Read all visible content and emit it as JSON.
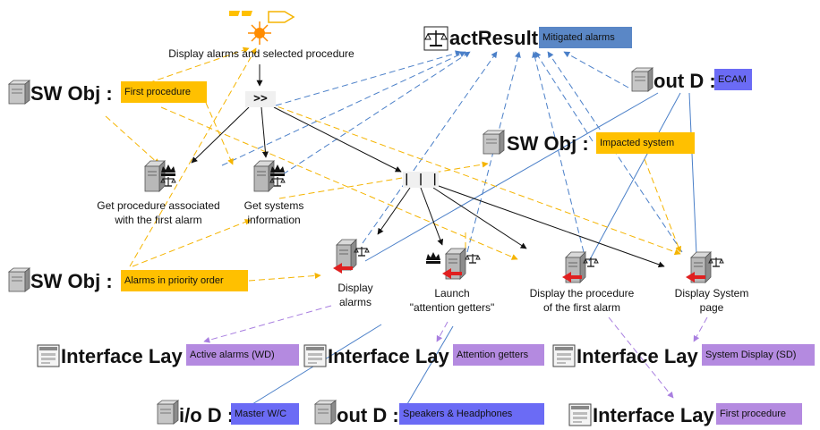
{
  "colors": {
    "orange_tag": "#ffc000",
    "blue_tag": "#6b6bf5",
    "purple_tag": "#b48ae0",
    "steel_tag": "#5a87c6",
    "edge_blue": "#4a7fc8",
    "edge_orange": "#f5b400",
    "edge_purple": "#a97fe0",
    "edge_black": "#111111"
  },
  "top_event": {
    "label": "Display alarms and selected procedure"
  },
  "act_result": {
    "title": "actResult",
    "tag": "Mitigated alarms"
  },
  "sw_first": {
    "title": "SW Obj :",
    "tag": "First procedure"
  },
  "sw_impacted": {
    "title": "SW Obj :",
    "tag": "Impacted system"
  },
  "sw_priority": {
    "title": "SW Obj :",
    "tag": "Alarms in priority order"
  },
  "out_ecam": {
    "title": "out D :",
    "tag": "ECAM"
  },
  "operators": {
    "seq": ">>",
    "par": "| | |"
  },
  "tasks": {
    "get_procedure": "Get procedure associated\nwith the first alarm",
    "get_systems": "Get systems\ninformation",
    "display_alarms": "Display\nalarms",
    "launch_attention": "Launch\n\"attention getters\"",
    "display_procedure": "Display the procedure\nof the first alarm",
    "display_system": "Display System\npage"
  },
  "interfaces": {
    "active_alarms": {
      "title": "Interface Lay",
      "tag": "Active alarms (WD)"
    },
    "attention_getters": {
      "title": "Interface Lay",
      "tag": "Attention getters"
    },
    "system_display": {
      "title": "Interface Lay",
      "tag": "System Display (SD)"
    },
    "first_procedure": {
      "title": "Interface Lay",
      "tag": "First procedure"
    }
  },
  "io_master": {
    "title": "i/o D :",
    "tag": "Master W/C"
  },
  "out_speakers": {
    "title": "out D :",
    "tag": "Speakers & Headphones"
  }
}
